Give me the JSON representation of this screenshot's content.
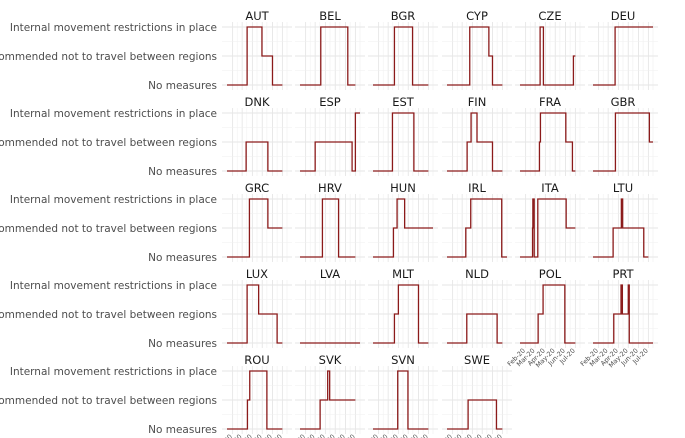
{
  "chart_data": {
    "type": "line",
    "y_levels": [
      "No measures",
      "Recommended not to travel between regions",
      "Internal movement restrictions in place"
    ],
    "x_tick_labels": [
      "Feb-20",
      "Mar-20",
      "Apr-20",
      "May-20",
      "Jun-20",
      "Jul-20"
    ],
    "x_tick_dates": [
      "2020-02-01",
      "2020-03-01",
      "2020-04-01",
      "2020-05-01",
      "2020-06-01",
      "2020-07-01"
    ],
    "x_range": [
      "2020-01-15",
      "2020-07-15"
    ],
    "y_range": [
      0,
      2
    ],
    "grid": true,
    "line_color": "#8b1a1a",
    "grid_color": "#e6e6e6",
    "panels": [
      {
        "country": "AUT",
        "steps": [
          [
            "2020-01-15",
            0
          ],
          [
            "2020-03-16",
            2
          ],
          [
            "2020-04-30",
            1
          ],
          [
            "2020-06-01",
            0
          ]
        ],
        "end": "2020-07-01"
      },
      {
        "country": "BEL",
        "steps": [
          [
            "2020-01-15",
            0
          ],
          [
            "2020-03-18",
            2
          ],
          [
            "2020-06-08",
            0
          ]
        ],
        "end": "2020-07-01"
      },
      {
        "country": "BGR",
        "steps": [
          [
            "2020-01-15",
            0
          ],
          [
            "2020-03-20",
            2
          ],
          [
            "2020-05-14",
            0
          ]
        ],
        "end": "2020-07-01"
      },
      {
        "country": "CYP",
        "steps": [
          [
            "2020-01-15",
            0
          ],
          [
            "2020-03-24",
            2
          ],
          [
            "2020-05-21",
            1
          ],
          [
            "2020-06-01",
            0
          ]
        ],
        "end": "2020-07-01"
      },
      {
        "country": "CZE",
        "steps": [
          [
            "2020-01-15",
            0
          ],
          [
            "2020-03-16",
            2
          ],
          [
            "2020-03-26",
            0
          ],
          [
            "2020-06-25",
            1
          ]
        ],
        "end": "2020-07-01"
      },
      {
        "country": "DEU",
        "steps": [
          [
            "2020-01-15",
            0
          ],
          [
            "2020-03-22",
            2
          ]
        ],
        "end": "2020-07-15"
      },
      {
        "country": "DNK",
        "steps": [
          [
            "2020-01-15",
            0
          ],
          [
            "2020-03-13",
            1
          ],
          [
            "2020-05-18",
            0
          ]
        ],
        "end": "2020-07-01"
      },
      {
        "country": "ESP",
        "steps": [
          [
            "2020-01-15",
            0
          ],
          [
            "2020-03-01",
            1
          ],
          [
            "2020-06-21",
            0
          ],
          [
            "2020-07-01",
            2
          ]
        ],
        "end": "2020-07-15"
      },
      {
        "country": "EST",
        "steps": [
          [
            "2020-01-15",
            0
          ],
          [
            "2020-03-14",
            2
          ],
          [
            "2020-05-18",
            0
          ]
        ],
        "end": "2020-07-01"
      },
      {
        "country": "FIN",
        "steps": [
          [
            "2020-01-15",
            0
          ],
          [
            "2020-03-16",
            1
          ],
          [
            "2020-03-28",
            2
          ],
          [
            "2020-04-15",
            1
          ],
          [
            "2020-06-01",
            0
          ]
        ],
        "end": "2020-07-01"
      },
      {
        "country": "FRA",
        "steps": [
          [
            "2020-01-15",
            0
          ],
          [
            "2020-03-14",
            1
          ],
          [
            "2020-03-17",
            2
          ],
          [
            "2020-06-02",
            1
          ],
          [
            "2020-06-22",
            0
          ]
        ],
        "end": "2020-07-01"
      },
      {
        "country": "GBR",
        "steps": [
          [
            "2020-01-15",
            0
          ],
          [
            "2020-03-23",
            2
          ],
          [
            "2020-07-04",
            1
          ]
        ],
        "end": "2020-07-15"
      },
      {
        "country": "GRC",
        "steps": [
          [
            "2020-01-15",
            0
          ],
          [
            "2020-03-23",
            2
          ],
          [
            "2020-05-18",
            1
          ]
        ],
        "end": "2020-07-01"
      },
      {
        "country": "HRV",
        "steps": [
          [
            "2020-01-15",
            0
          ],
          [
            "2020-03-23",
            2
          ],
          [
            "2020-05-11",
            0
          ]
        ],
        "end": "2020-07-01"
      },
      {
        "country": "HUN",
        "steps": [
          [
            "2020-01-15",
            0
          ],
          [
            "2020-03-17",
            1
          ],
          [
            "2020-03-28",
            2
          ],
          [
            "2020-04-20",
            1
          ]
        ],
        "end": "2020-07-15"
      },
      {
        "country": "IRL",
        "steps": [
          [
            "2020-01-15",
            0
          ],
          [
            "2020-03-12",
            1
          ],
          [
            "2020-03-27",
            2
          ],
          [
            "2020-06-29",
            0
          ]
        ],
        "end": "2020-07-15"
      },
      {
        "country": "ITA",
        "steps": [
          [
            "2020-01-15",
            0
          ],
          [
            "2020-02-22",
            1
          ],
          [
            "2020-02-23",
            2
          ],
          [
            "2020-02-27",
            0
          ],
          [
            "2020-03-09",
            2
          ],
          [
            "2020-06-03",
            1
          ]
        ],
        "end": "2020-07-01"
      },
      {
        "country": "LTU",
        "steps": [
          [
            "2020-01-15",
            0
          ],
          [
            "2020-03-16",
            1
          ],
          [
            "2020-04-10",
            2
          ],
          [
            "2020-04-14",
            1
          ],
          [
            "2020-06-17",
            0
          ]
        ],
        "end": "2020-07-01"
      },
      {
        "country": "LUX",
        "steps": [
          [
            "2020-01-15",
            0
          ],
          [
            "2020-03-16",
            2
          ],
          [
            "2020-04-20",
            1
          ],
          [
            "2020-06-15",
            0
          ]
        ],
        "end": "2020-07-01"
      },
      {
        "country": "LVA",
        "steps": [
          [
            "2020-01-15",
            0
          ]
        ],
        "end": "2020-07-15"
      },
      {
        "country": "MLT",
        "steps": [
          [
            "2020-01-15",
            0
          ],
          [
            "2020-03-20",
            1
          ],
          [
            "2020-04-01",
            2
          ],
          [
            "2020-06-01",
            0
          ]
        ],
        "end": "2020-07-01"
      },
      {
        "country": "NLD",
        "steps": [
          [
            "2020-01-15",
            0
          ],
          [
            "2020-03-15",
            1
          ],
          [
            "2020-06-15",
            0
          ]
        ],
        "end": "2020-07-01"
      },
      {
        "country": "POL",
        "steps": [
          [
            "2020-01-15",
            0
          ],
          [
            "2020-03-10",
            1
          ],
          [
            "2020-03-25",
            2
          ],
          [
            "2020-05-30",
            0
          ]
        ],
        "end": "2020-07-01"
      },
      {
        "country": "PRT",
        "steps": [
          [
            "2020-01-15",
            0
          ],
          [
            "2020-03-18",
            1
          ],
          [
            "2020-04-09",
            2
          ],
          [
            "2020-04-13",
            1
          ],
          [
            "2020-05-01",
            2
          ],
          [
            "2020-05-04",
            0
          ]
        ],
        "end": "2020-07-15"
      },
      {
        "country": "ROU",
        "steps": [
          [
            "2020-01-15",
            0
          ],
          [
            "2020-03-17",
            1
          ],
          [
            "2020-03-24",
            2
          ],
          [
            "2020-05-15",
            0
          ]
        ],
        "end": "2020-07-01"
      },
      {
        "country": "SVK",
        "steps": [
          [
            "2020-01-15",
            0
          ],
          [
            "2020-03-16",
            1
          ],
          [
            "2020-04-08",
            2
          ],
          [
            "2020-04-14",
            1
          ]
        ],
        "end": "2020-07-01"
      },
      {
        "country": "SVN",
        "steps": [
          [
            "2020-01-15",
            0
          ],
          [
            "2020-03-30",
            2
          ],
          [
            "2020-04-30",
            0
          ]
        ],
        "end": "2020-07-01"
      },
      {
        "country": "SWE",
        "steps": [
          [
            "2020-01-15",
            0
          ],
          [
            "2020-03-19",
            1
          ],
          [
            "2020-06-13",
            0
          ]
        ],
        "end": "2020-07-01"
      }
    ]
  }
}
